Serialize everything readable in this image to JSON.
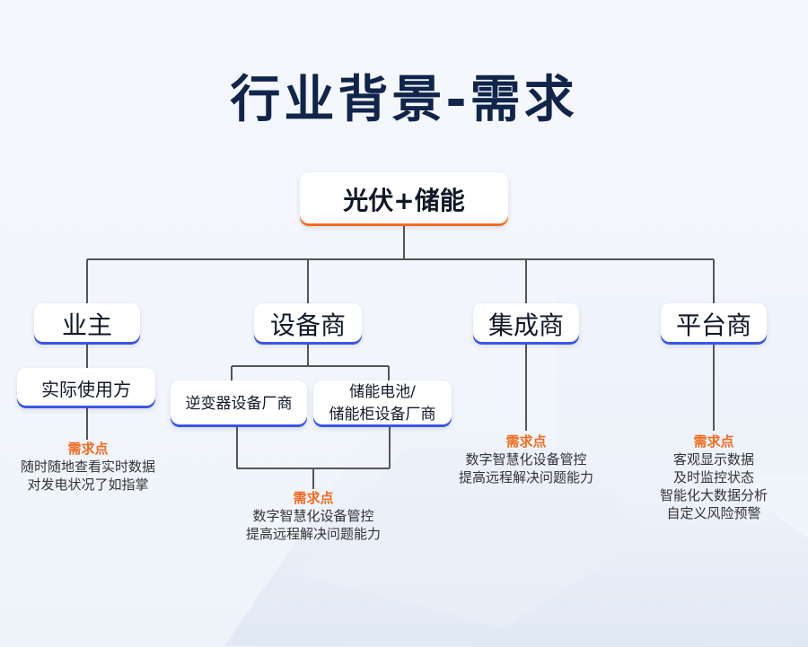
{
  "title": "行业背景-需求",
  "root": {
    "label": "光伏+储能"
  },
  "categories": [
    {
      "label": "业主"
    },
    {
      "label": "设备商"
    },
    {
      "label": "集成商"
    },
    {
      "label": "平台商"
    }
  ],
  "owner_sub": {
    "label": "实际使用方"
  },
  "equipment_sub": [
    {
      "label": "逆变器设备厂商"
    },
    {
      "line1": "储能电池/",
      "line2": "储能柜设备厂商"
    }
  ],
  "needs": {
    "owner": {
      "title": "需求点",
      "lines": [
        "随时随地查看实时数据",
        "对发电状况了如指掌"
      ]
    },
    "equipment": {
      "title": "需求点",
      "lines": [
        "数字智慧化设备管控",
        "提高远程解决问题能力"
      ]
    },
    "integrator": {
      "title": "需求点",
      "lines": [
        "数字智慧化设备管控",
        "提高远程解决问题能力"
      ]
    },
    "platform": {
      "title": "需求点",
      "lines": [
        "客观显示数据",
        "及时监控状态",
        "智能化大数据分析",
        "自定义风险预警"
      ]
    }
  },
  "colors": {
    "title": "#11244a",
    "accent_orange": "#f26b21",
    "accent_blue": "#3a55e6",
    "line": "#555555"
  }
}
